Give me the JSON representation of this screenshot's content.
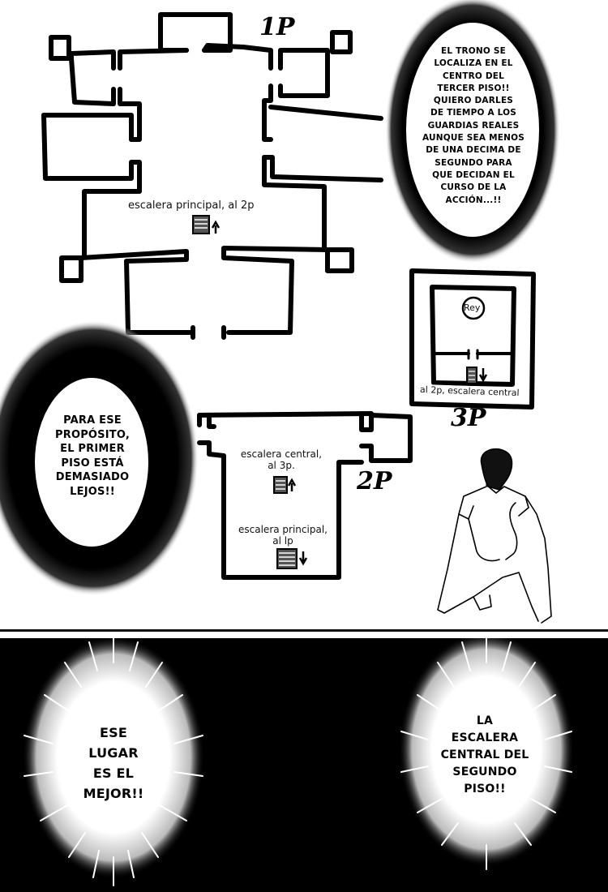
{
  "page": {
    "type": "manga-page",
    "panels": 2
  },
  "top_panel": {
    "floors": {
      "floor1": {
        "title": "1P",
        "stair_label": "escalera principal, al 2p",
        "stair_direction": "up"
      },
      "floor2": {
        "title": "2P",
        "stair_central_label_line1": "escalera central,",
        "stair_central_label_line2": "al 3p.",
        "stair_central_direction": "up",
        "stair_main_label_line1": "escalera principal,",
        "stair_main_label_line2": "al lp",
        "stair_main_direction": "down"
      },
      "floor3": {
        "title": "3P",
        "throne_label": "Rey",
        "stair_label": "al 2p, escalera central",
        "stair_direction": "down"
      }
    },
    "bubbles": {
      "throne_thought": {
        "style": "dark-burst",
        "lines": [
          "EL TRONO SE",
          "LOCALIZA EN EL",
          "CENTRO DEL",
          "TERCER PISO!!",
          "QUIERO DARLES",
          "DE TIEMPO A LOS",
          "GUARDIAS REALES",
          "AUNQUE SEA MENOS",
          "DE UNA DECIMA DE",
          "SEGUNDO PARA",
          "QUE DECIDAN EL",
          "CURSO DE LA",
          "ACCIÓN...!!"
        ]
      },
      "purpose_thought": {
        "style": "dark-burst",
        "lines": [
          "PARA ESE",
          "PROPÓSITO,",
          "EL PRIMER",
          "PISO ESTÁ",
          "DEMASIADO",
          "LEJOS!!"
        ]
      }
    },
    "character": {
      "description": "crouching-figure-sketch"
    }
  },
  "bottom_panel": {
    "background": "#000000",
    "bubbles": {
      "best_place": {
        "style": "white-burst",
        "lines": [
          "ESE",
          "LUGAR",
          "ES EL",
          "MEJOR!!"
        ]
      },
      "central_stair": {
        "style": "white-burst",
        "lines": [
          "LA",
          "ESCALERA",
          "CENTRAL DEL",
          "SEGUNDO",
          "PISO!!"
        ]
      }
    }
  },
  "colors": {
    "ink": "#000000",
    "paper": "#ffffff"
  }
}
